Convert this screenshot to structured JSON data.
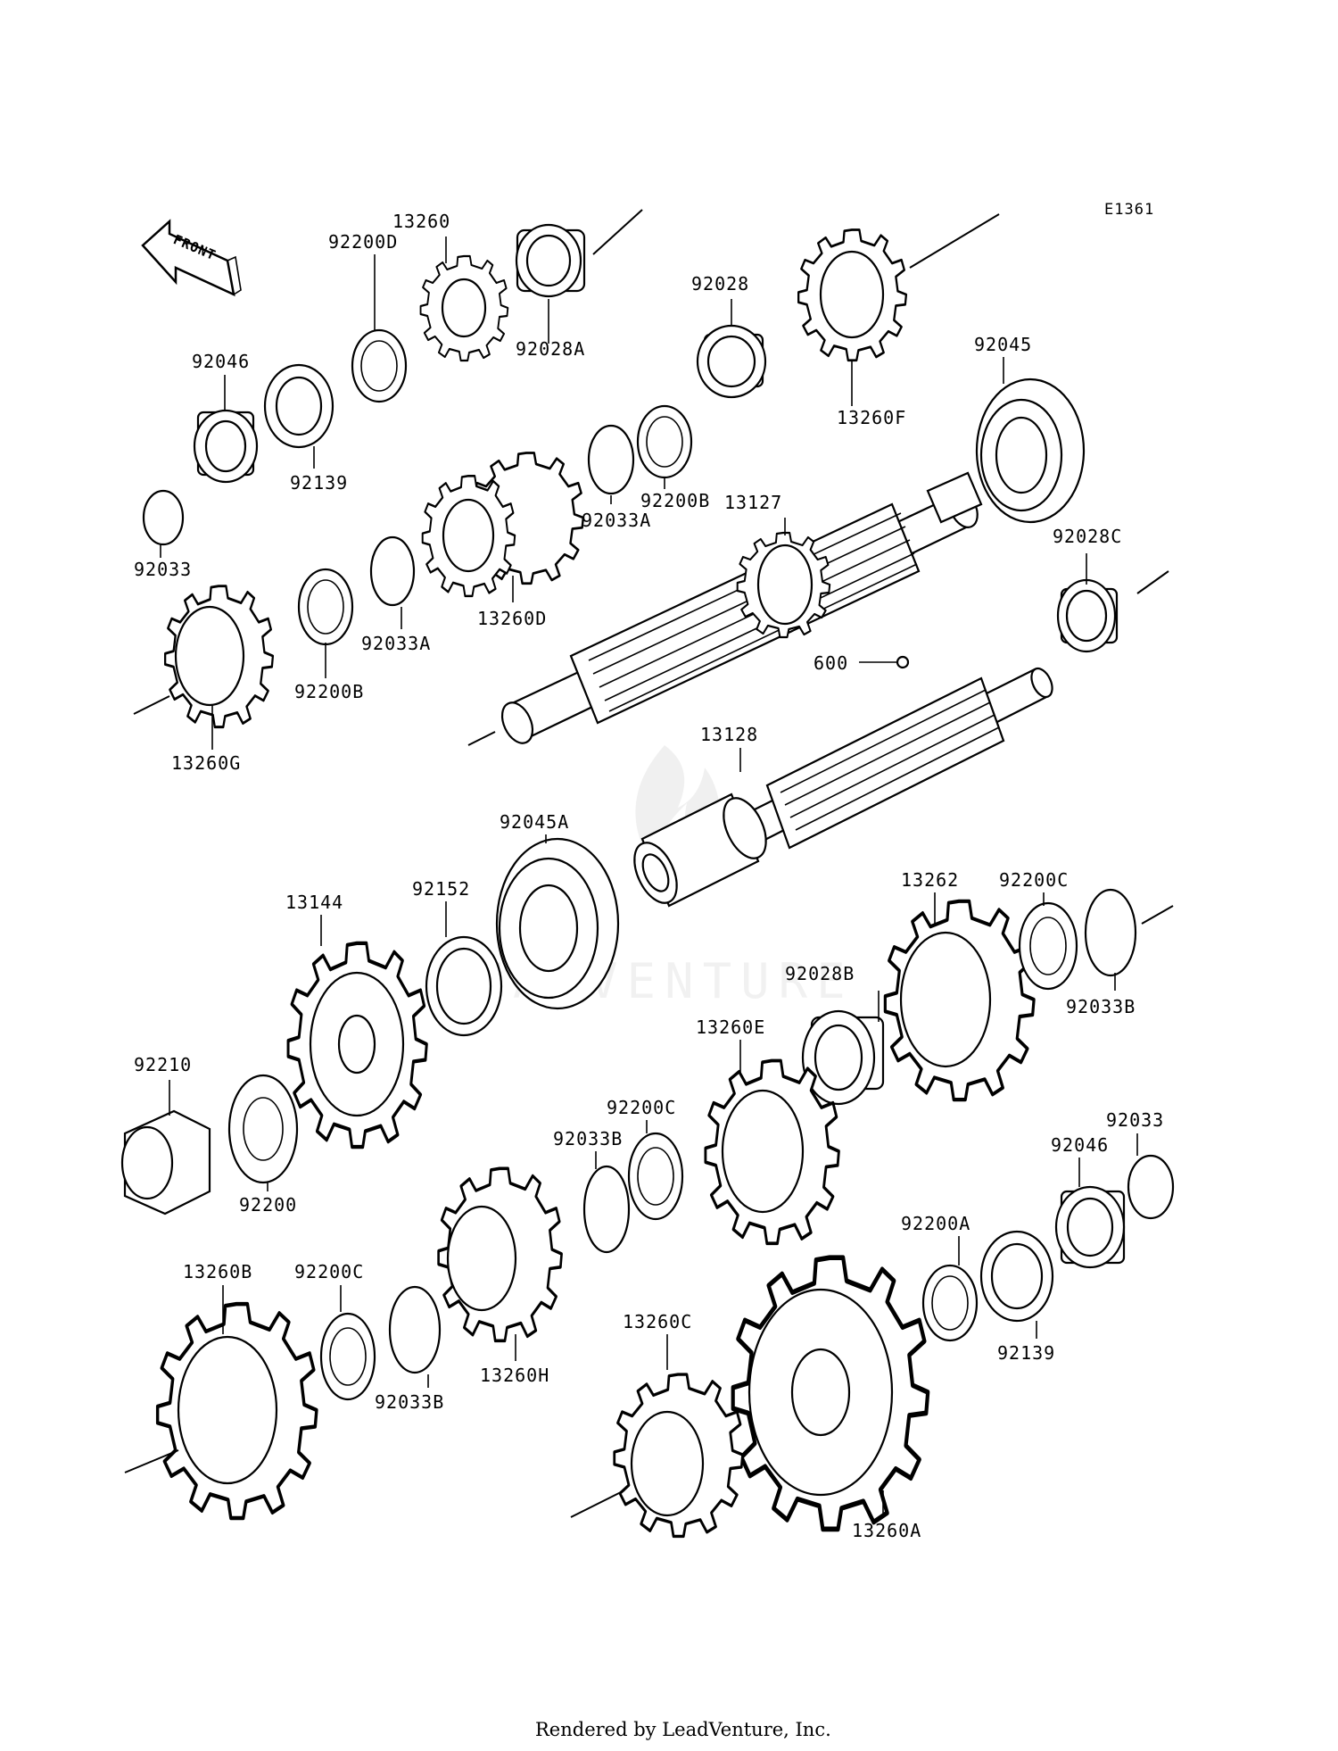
{
  "diagram_code": "E1361",
  "front_label": "FRONT",
  "footer": "Rendered by LeadVenture, Inc.",
  "watermark": "LEADVENTURE",
  "labels": {
    "p13260": "13260",
    "p92200D": "92200D",
    "p92028A": "92028A",
    "p92028": "92028",
    "p13260F": "13260F",
    "p92045": "92045",
    "p92046_top": "92046",
    "p92139_top": "92139",
    "p92033_top": "92033",
    "p92033A_top": "92033A",
    "p92200B_top": "92200B",
    "p13127": "13127",
    "p92028C": "92028C",
    "p13260D": "13260D",
    "p92033A_mid": "92033A",
    "p92200B_mid": "92200B",
    "p13260G": "13260G",
    "p600": "600",
    "p13128": "13128",
    "p92045A": "92045A",
    "p13144": "13144",
    "p92152": "92152",
    "p13262": "13262",
    "p92200C_r": "92200C",
    "p92033B_r": "92033B",
    "p92028B": "92028B",
    "p13260E": "13260E",
    "p92210": "92210",
    "p92200": "92200",
    "p92200C_m": "92200C",
    "p92033B_m": "92033B",
    "p92033_bot": "92033",
    "p92046_bot": "92046",
    "p92200A": "92200A",
    "p92139_bot": "92139",
    "p13260B": "13260B",
    "p92200C_l": "92200C",
    "p92033B_l": "92033B",
    "p13260H": "13260H",
    "p13260C": "13260C",
    "p13260A": "13260A"
  }
}
